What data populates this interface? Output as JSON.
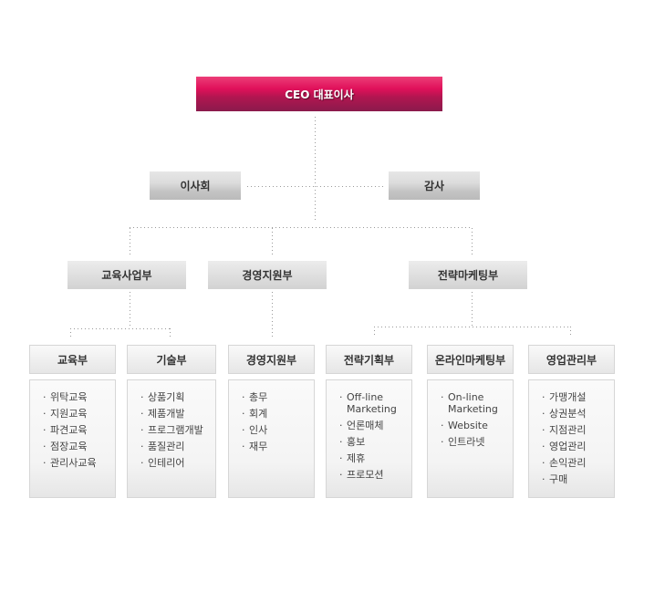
{
  "ceo": "CEO 대표이사",
  "board": "이사회",
  "audit": "감사",
  "divisions": [
    "교육사업부",
    "경영지원부",
    "전략마케팅부"
  ],
  "departments": [
    {
      "name": "교육부",
      "items": [
        "위탁교육",
        "지원교육",
        "파견교육",
        "점장교육",
        "관리사교육"
      ]
    },
    {
      "name": "기술부",
      "items": [
        "상품기획",
        "제품개발",
        "프로그램개발",
        "품질관리",
        "인테리어"
      ]
    },
    {
      "name": "경영지원부",
      "items": [
        "총무",
        "회계",
        "인사",
        "재무"
      ]
    },
    {
      "name": "전략기획부",
      "items": [
        "Off-line Marketing",
        "언론매체",
        "홍보",
        "제휴",
        "프로모션"
      ]
    },
    {
      "name": "온라인마케팅부",
      "items": [
        "On-line Marketing",
        "Website",
        "인트라넷"
      ]
    },
    {
      "name": "영업관리부",
      "items": [
        "가맹개설",
        "상권분석",
        "지점관리",
        "영업관리",
        "손익관리",
        "구매"
      ]
    }
  ]
}
